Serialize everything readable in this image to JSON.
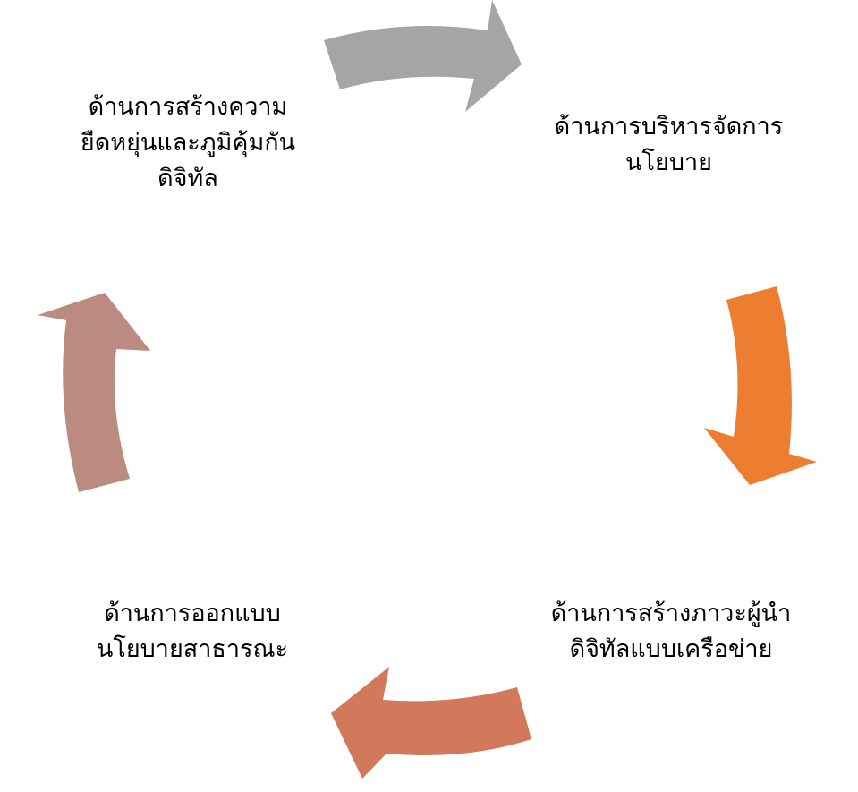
{
  "colors": {
    "arrow_top": "#a5a5a5",
    "arrow_right": "#ed7d31",
    "arrow_bottom": "#d2795c",
    "arrow_left": "#bb8b82"
  },
  "nodes": [
    {
      "id": "top-left",
      "lines": [
        "ด้านการสร้างความ",
        "ยืดหยุ่นและภูมิคุ้มกัน",
        "ดิจิทัล"
      ]
    },
    {
      "id": "top-right",
      "lines": [
        "ด้านการบริหารจัดการ",
        "นโยบาย"
      ]
    },
    {
      "id": "bottom-right",
      "lines": [
        "ด้านการสร้างภาวะผู้นำ",
        "ดิจิทัลแบบเครือข่าย"
      ]
    },
    {
      "id": "bottom-left",
      "lines": [
        "ด้านการออกแบบ",
        "นโยบายสาธารณะ"
      ]
    }
  ]
}
